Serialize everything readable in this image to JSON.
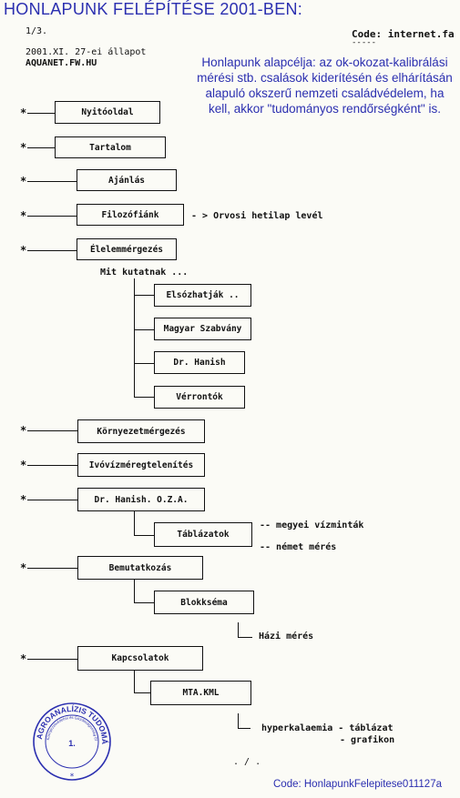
{
  "header": {
    "title": "HONLAPUNK FELÉPÍTÉSE 2001-BEN:",
    "page": "1/3.",
    "code": "Code: internet.fa",
    "code_underline": "-----",
    "state_date": "2001.XI. 27-ei állapot",
    "site": "AQUANET.FW.HU"
  },
  "intro": "Honlapunk alapcélja: az ok-okozat-kalibrálási mérési stb. csalások kiderítésén és elhárításán alapuló okszerű nemzeti családvédelem, ha kell, akkor \"tudományos rendőrségként\" is.",
  "nodes": {
    "nyitooldal": "Nyitóoldal",
    "tartalom": "Tartalom",
    "ajanlas": "Ajánlás",
    "filozofiank": "Filozófiánk",
    "elelmimergezes": "Élelemmérgezés",
    "mit_kutatnak": "Mit kutatnak ...",
    "elsozhatjak": "Elsózhatják ..",
    "magyar_szabvany": "Magyar Szabvány",
    "dr_hanish": "Dr. Hanish",
    "verrontok": "Vérrontók",
    "kornyezetmergezes": "Környezetmérgezés",
    "ivovizmergtelenites": "Ivóvízméregtelenítés",
    "dr_hanish_oza": "Dr. Hanish. O.Z.A.",
    "tablazatok": "Táblázatok",
    "bemutatkozas": "Bemutatkozás",
    "blokkserma": "Blokkséma",
    "hazi_meres": "Házi mérés",
    "kapcsolatok": "Kapcsolatok",
    "mta_kml": "MTA.KML",
    "hyperkalaemia": "hyperkalaemia - táblázat",
    "grafikon": "- grafikon"
  },
  "annotations": {
    "orvosi": "- > Orvosi hetilap levél",
    "megyei": "-- megyei vízminták",
    "nemet": "-- német mérés",
    "page_end": ". / ."
  },
  "stamp": {
    "outer_text": "AGROANALÍZIS TUDOMÁNYOS TÁRSASÁG",
    "inner_text": "Környezetvédelmi és Gazdaságosság Elemző Központja",
    "number": "1."
  },
  "star": "*",
  "footer": "Code: HonlapunkFelepitese011127a"
}
